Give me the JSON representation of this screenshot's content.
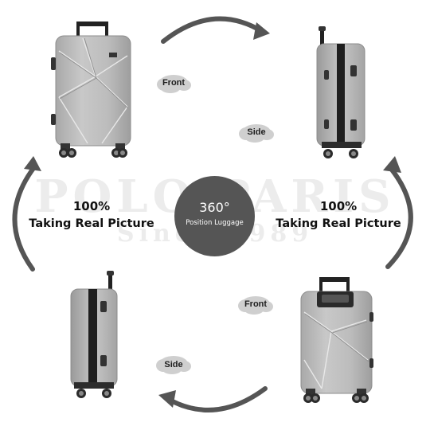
{
  "watermark": {
    "brand": "POLO PARIS",
    "since": "Since 1989"
  },
  "center": {
    "degree": "360°",
    "caption": "Position Luggage"
  },
  "claims": {
    "left": {
      "percent": "100%",
      "text": "Taking Real Picture"
    },
    "right": {
      "percent": "100%",
      "text": "Taking Real Picture"
    }
  },
  "tags": {
    "front_top": "Front",
    "side_top": "Side",
    "front_bottom": "Front",
    "side_bottom": "Side"
  },
  "colors": {
    "shell": "#b9b9b9",
    "arrow": "#555555",
    "cloud": "#cfcfcf",
    "circle": "#555555"
  },
  "icons": [
    "suitcase-front",
    "suitcase-side",
    "suitcase-back",
    "curved-arrow",
    "cloud-tag"
  ]
}
